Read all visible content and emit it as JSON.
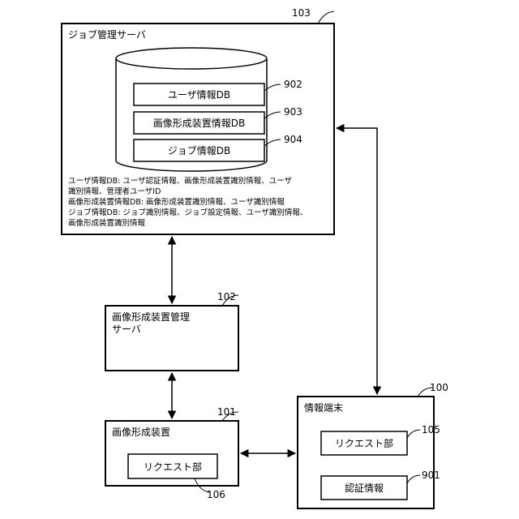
{
  "job_server": {
    "ref": "103",
    "title": "ジョブ管理サーバ",
    "db_user": {
      "label": "ユーザ情報DB",
      "ref": "902"
    },
    "db_device": {
      "label": "画像形成装置情報DB",
      "ref": "903"
    },
    "db_job": {
      "label": "ジョブ情報DB",
      "ref": "904"
    },
    "notes": [
      "ユーザ情報DB: ユーザ認証情報、画像形成装置識別情報、ユーザ",
      "識別情報、管理者ユーザID",
      "画像形成装置情報DB: 画像形成装置識別情報、ユーザ識別情報",
      "ジョブ情報DB: ジョブ識別情報、ジョブ設定情報、ユーザ識別情報、",
      "画像形成装置識別情報"
    ]
  },
  "device_server": {
    "ref": "102",
    "title_lines": [
      "画像形成装置管理",
      "サーバ"
    ]
  },
  "device": {
    "ref": "101",
    "title": "画像形成装置",
    "request": {
      "label": "リクエスト部",
      "ref": "106"
    }
  },
  "terminal": {
    "ref": "100",
    "title": "情報端末",
    "request": {
      "label": "リクエスト部",
      "ref": "105"
    },
    "auth": {
      "label": "認証情報",
      "ref": "901"
    }
  }
}
